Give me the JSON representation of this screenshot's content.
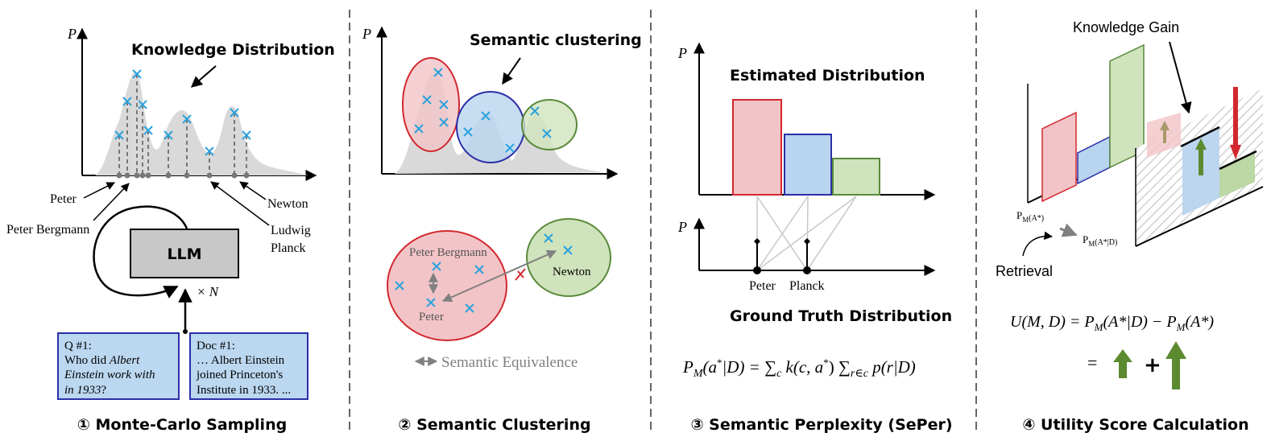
{
  "panels": {
    "p1": {
      "caption": "① Monte-Carlo Sampling",
      "axis_p": "P",
      "title": "Knowledge Distribution",
      "labels": {
        "peter": "Peter",
        "peter_bergmann": "Peter Bergmann",
        "newton": "Newton",
        "ludwig": "Ludwig",
        "planck": "Planck"
      },
      "llm": "LLM",
      "times_n": "× N",
      "query": {
        "l1": "Q #1:",
        "l2a": "Who did ",
        "l2b": "Albert",
        "l3": "Einstein work with",
        "l4a": "in 1933",
        "l4b": "?"
      },
      "doc": {
        "l1": "Doc #1:",
        "l2": "… Albert Einstein",
        "l3": "joined Princeton's",
        "l4": "Institute in 1933. ..."
      }
    },
    "p2": {
      "caption": "② Semantic Clustering",
      "axis_p": "P",
      "title": "Semantic clustering",
      "peter_bergmann": "Peter Bergmann",
      "peter": "Peter",
      "newton": "Newton",
      "legend": "Semantic Equivalence"
    },
    "p3": {
      "caption": "③ Semantic Perplexity (SePer)",
      "axis_p_top": "P",
      "axis_p_bottom": "P",
      "estimated": "Estimated Distribution",
      "ground_truth": "Ground Truth Distribution",
      "peter": "Peter",
      "planck": "Planck",
      "formula": {
        "P": "P",
        "M": "M",
        "a": "(a",
        "star": "*",
        "cond": "|D) = ∑",
        "c_sub": "c",
        "k": " k(c, a",
        "star2": "*",
        "close": ") ∑",
        "r_sub": "r∈c",
        "tail": " p(r|D)"
      }
    },
    "p4": {
      "caption": "④ Utility Score Calculation",
      "knowledge_gain": "Knowledge Gain",
      "retrieval": "Retrieval",
      "pm_a": "P",
      "pm_a_sub": "M",
      "pm_a_arg": "(A*)",
      "pm_ad": "P",
      "pm_ad_sub": "M",
      "pm_ad_arg": "(A*|D)",
      "formula": {
        "lhs": "U(M, D) = ",
        "p1": "P",
        "m1": "M",
        "a1": "(A*|D) − ",
        "p2": "P",
        "m2": "M",
        "a2": "(A*)"
      },
      "equals": "=",
      "plus": "+"
    }
  },
  "colors": {
    "red_fill": "#f2c4c8",
    "red_stroke": "#d2282e",
    "blue_fill": "#b9d4ef",
    "blue_stroke": "#2b2fa8",
    "green_fill": "#cfe3bd",
    "green_stroke": "#5a8a3a",
    "cross": "#2aa2dc",
    "gray_dist": "#d9d9d9",
    "arrow_green": "#5c8a30"
  }
}
